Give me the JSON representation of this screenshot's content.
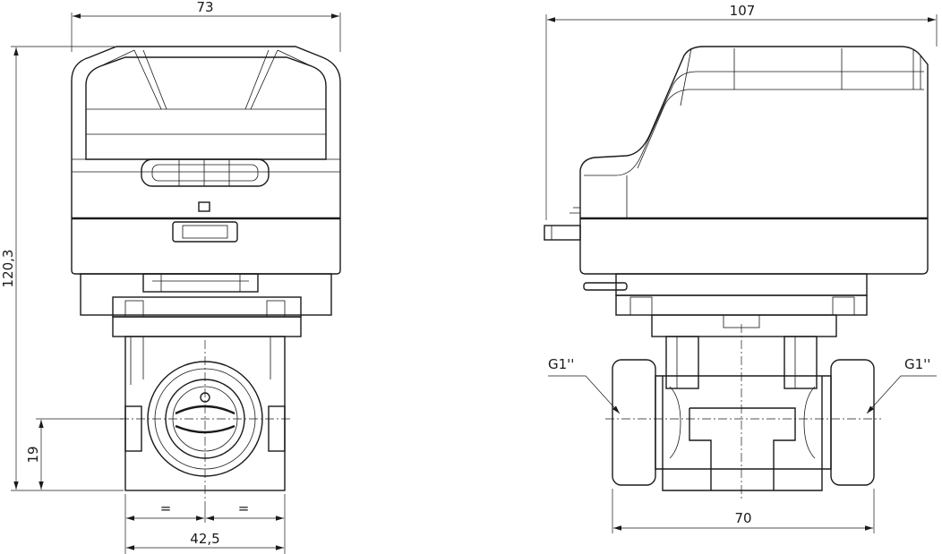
{
  "front_view": {
    "width_label": "73",
    "height_label": "120,3",
    "inlet_height_label": "19",
    "half_left_label": "=",
    "half_right_label": "=",
    "body_width_label": "42,5"
  },
  "side_view": {
    "width_label": "107",
    "thread_left_label": "G1''",
    "thread_right_label": "G1''",
    "port_distance_label": "70"
  }
}
